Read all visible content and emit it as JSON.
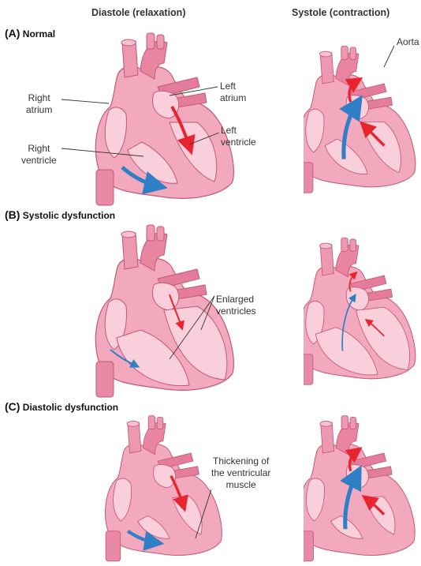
{
  "headers": {
    "diastole": "Diastole (relaxation)",
    "systole": "Systole (contraction)"
  },
  "sections": {
    "a": {
      "tag": "(A)",
      "title": "Normal"
    },
    "b": {
      "tag": "(B)",
      "title": "Systolic dysfunction"
    },
    "c": {
      "tag": "(C)",
      "title": "Diastolic dysfunction"
    }
  },
  "labels": {
    "right_atrium_1": "Right",
    "right_atrium_2": "atrium",
    "right_ventricle_1": "Right",
    "right_ventricle_2": "ventricle",
    "left_atrium_1": "Left",
    "left_atrium_2": "atrium",
    "left_ventricle_1": "Left",
    "left_ventricle_2": "ventricle",
    "aorta": "Aorta",
    "enlarged_1": "Enlarged",
    "enlarged_2": "ventricles",
    "thick_1": "Thickening of",
    "thick_2": "the ventricular",
    "thick_3": "muscle"
  },
  "colors": {
    "heart_fill": "#f2a9bd",
    "heart_dark": "#e07c98",
    "chamber_fill": "#f8cfda",
    "outline": "#c4577a",
    "blood_blue": "#2f7fc4",
    "blood_red": "#e8252e"
  }
}
